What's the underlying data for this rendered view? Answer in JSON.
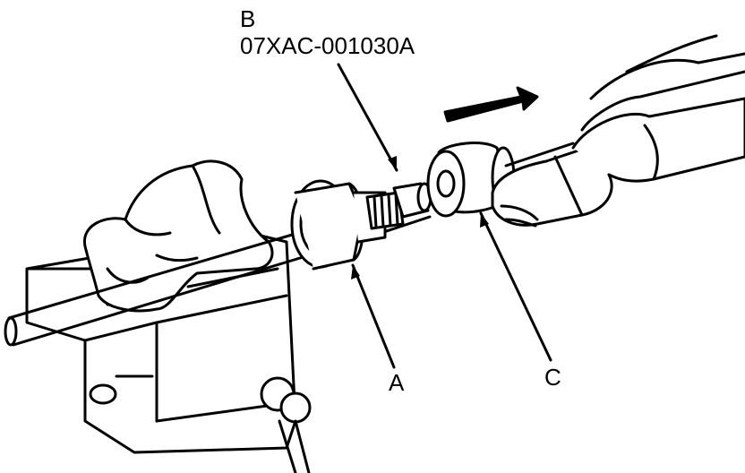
{
  "callouts": {
    "b_letter": "B",
    "b_part_number": "07XAC-001030A",
    "a_letter": "A",
    "c_letter": "C"
  },
  "colors": {
    "ink": "#000000",
    "paper": "#ffffff",
    "shade": "#d9d9d9"
  }
}
